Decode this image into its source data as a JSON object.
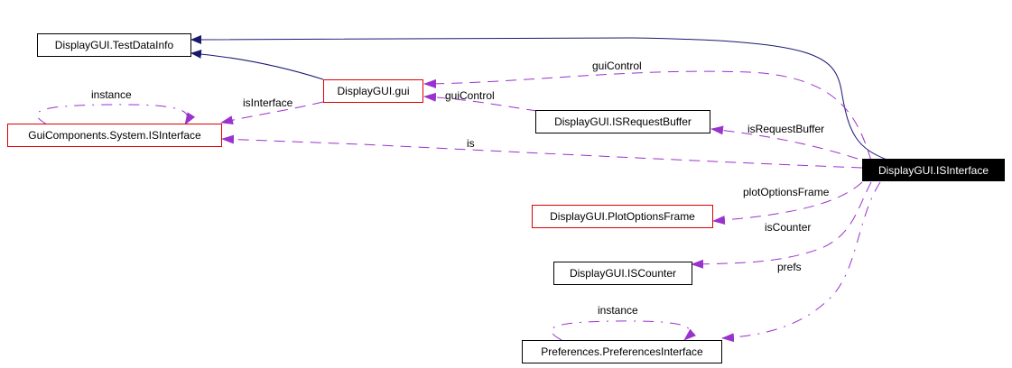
{
  "diagram": {
    "type": "collaboration-graph",
    "nodes": [
      {
        "id": "testdatainfo",
        "label": "DisplayGUI.TestDataInfo",
        "style": "normal"
      },
      {
        "id": "gui",
        "label": "DisplayGUI.gui",
        "style": "red"
      },
      {
        "id": "gcisinterface",
        "label": "GuiComponents.System.ISInterface",
        "style": "red"
      },
      {
        "id": "isrequestbuffer",
        "label": "DisplayGUI.ISRequestBuffer",
        "style": "normal"
      },
      {
        "id": "isinterface",
        "label": "DisplayGUI.ISInterface",
        "style": "focus"
      },
      {
        "id": "plotoptionsframe",
        "label": "DisplayGUI.PlotOptionsFrame",
        "style": "red"
      },
      {
        "id": "iscounter",
        "label": "DisplayGUI.ISCounter",
        "style": "normal"
      },
      {
        "id": "prefs",
        "label": "Preferences.PreferencesInterface",
        "style": "normal"
      }
    ],
    "edges": [
      {
        "from": "isinterface",
        "to": "testdatainfo",
        "kind": "inheritance",
        "label": ""
      },
      {
        "from": "gui",
        "to": "testdatainfo",
        "kind": "inheritance",
        "label": ""
      },
      {
        "from": "isinterface",
        "to": "gui",
        "kind": "usage",
        "label": "guiControl"
      },
      {
        "from": "isrequestbuffer",
        "to": "gui",
        "kind": "usage",
        "label": "guiControl"
      },
      {
        "from": "gui",
        "to": "gcisinterface",
        "kind": "usage",
        "label": "isInterface"
      },
      {
        "from": "gcisinterface",
        "to": "gcisinterface",
        "kind": "usage",
        "label": "instance"
      },
      {
        "from": "isinterface",
        "to": "gcisinterface",
        "kind": "usage",
        "label": "is"
      },
      {
        "from": "isinterface",
        "to": "isrequestbuffer",
        "kind": "usage",
        "label": "isRequestBuffer"
      },
      {
        "from": "isinterface",
        "to": "plotoptionsframe",
        "kind": "usage",
        "label": "plotOptionsFrame"
      },
      {
        "from": "isinterface",
        "to": "iscounter",
        "kind": "usage",
        "label": "isCounter"
      },
      {
        "from": "isinterface",
        "to": "prefs",
        "kind": "usage",
        "label": "prefs"
      },
      {
        "from": "prefs",
        "to": "prefs",
        "kind": "usage",
        "label": "instance"
      }
    ],
    "colors": {
      "inheritance": "#191970",
      "usage": "#9a32cd",
      "red_border": "#e00000",
      "focus_bg": "#000000"
    }
  }
}
